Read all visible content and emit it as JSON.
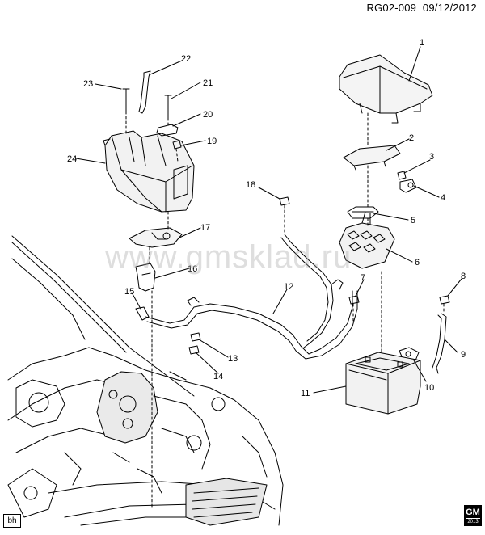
{
  "header": {
    "ref": "RG02-009",
    "date": "09/12/2012"
  },
  "watermark": "www.gmsklad.ru",
  "corner_tag": "bh",
  "logo": {
    "text": "GM",
    "suffix": "2013"
  },
  "callouts": [
    "1",
    "2",
    "3",
    "4",
    "5",
    "6",
    "7",
    "8",
    "9",
    "10",
    "11",
    "12",
    "13",
    "14",
    "15",
    "16",
    "17",
    "18",
    "19",
    "20",
    "21",
    "22",
    "23",
    "24"
  ]
}
